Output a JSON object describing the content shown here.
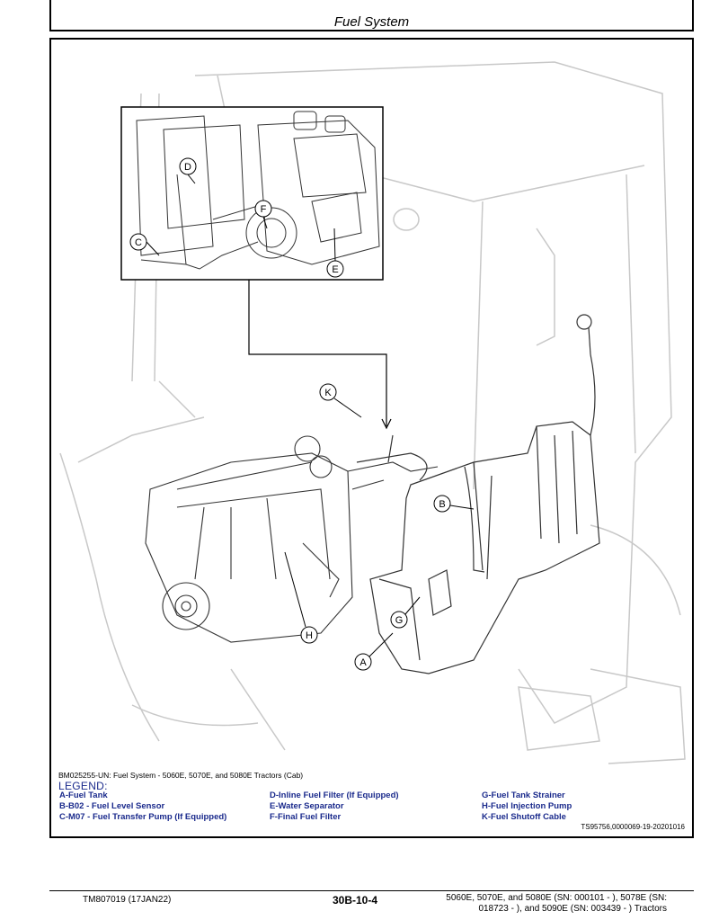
{
  "header": {
    "title": "Fuel System"
  },
  "figure": {
    "callouts": [
      "A",
      "B",
      "C",
      "D",
      "E",
      "F",
      "G",
      "H",
      "K"
    ],
    "caption": "BM025255-UN: Fuel System - 5060E, 5070E, and 5080E Tractors (Cab)",
    "figure_id": "TS95756,0000069-19-20201016"
  },
  "legend": {
    "title": "LEGEND:",
    "col1": [
      "A-Fuel Tank",
      "B-B02 - Fuel Level Sensor",
      "C-M07 - Fuel Transfer Pump (If Equipped)"
    ],
    "col2": [
      "D-Inline Fuel Filter (If Equipped)",
      "E-Water Separator",
      "F-Final Fuel Filter"
    ],
    "col3": [
      "G-Fuel Tank Strainer",
      "H-Fuel Injection Pump",
      "K-Fuel Shutoff Cable"
    ]
  },
  "footer": {
    "doc_id": "TM807019 (17JAN22)",
    "page": "30B-10-4",
    "models_line1": "5060E, 5070E, and 5080E (SN: 000101 - ), 5078E (SN:",
    "models_line2": "018723 - ), and 5090E (SN: 003439 - ) Tractors"
  }
}
